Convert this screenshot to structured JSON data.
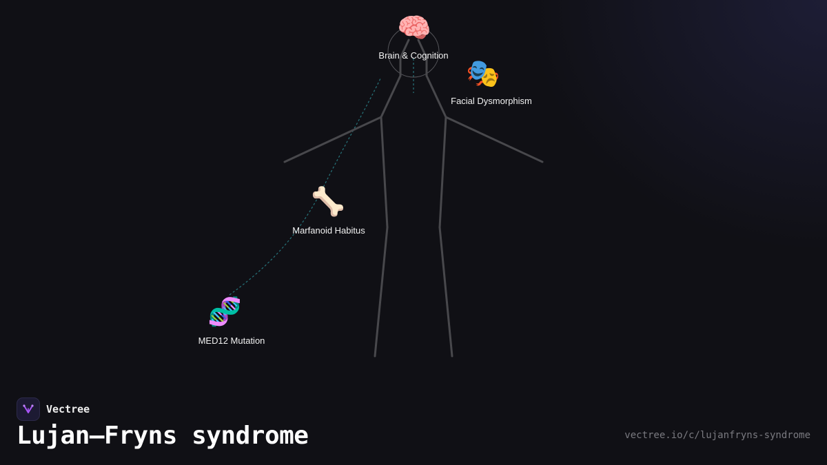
{
  "diagram": {
    "nodes": [
      {
        "id": "brain",
        "icon": "brain-icon",
        "emoji": "🧠",
        "label": "Brain & Cognition"
      },
      {
        "id": "face",
        "icon": "theater-masks-icon",
        "emoji": "🎭",
        "label": "Facial Dysmorphism"
      },
      {
        "id": "bone",
        "icon": "bone-icon",
        "emoji": "🦴",
        "label": "Marfanoid Habitus"
      },
      {
        "id": "dna",
        "icon": "dna-icon",
        "emoji": "🧬",
        "label": "MED12 Mutation"
      }
    ],
    "figure_color": "#444448",
    "connector_color": "#2a7f86"
  },
  "footer": {
    "brand": "Vectree",
    "brand_icon": "vectree-logo-icon",
    "brand_accent": "#a855f7",
    "title": "Lujan–Fryns syndrome",
    "url": "vectree.io/c/lujanfryns-syndrome"
  }
}
